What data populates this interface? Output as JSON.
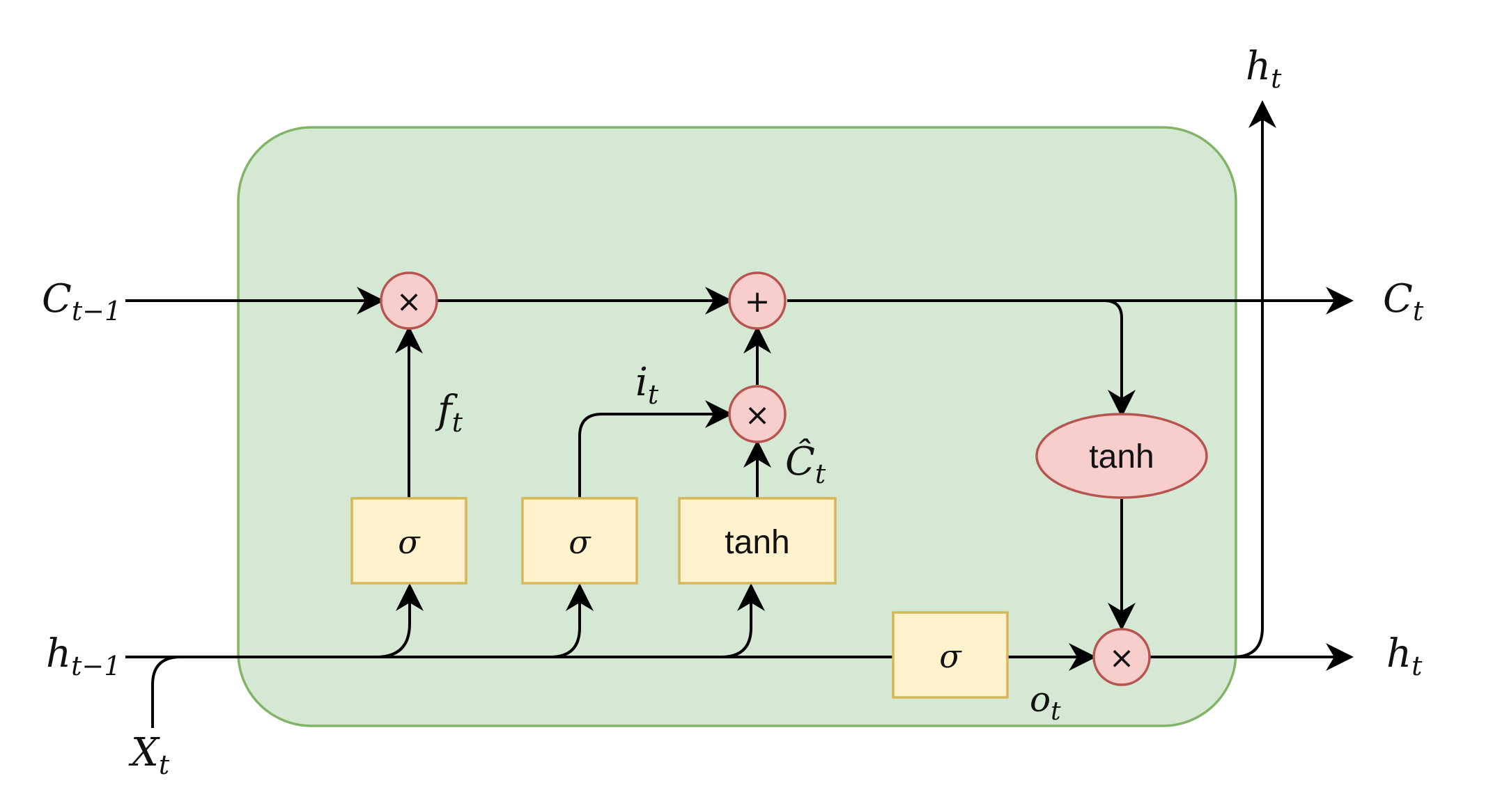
{
  "colors": {
    "cell_fill": "#d5e8d4",
    "cell_stroke": "#82b366",
    "gate_fill": "#fff2cc",
    "gate_stroke": "#d6b656",
    "op_fill": "#f8cecc",
    "op_stroke": "#b85450",
    "wire": "#000000"
  },
  "labels": {
    "c_prev": {
      "main": "C",
      "sub": "t−1"
    },
    "c_next": {
      "main": "C",
      "sub": "t"
    },
    "h_prev": {
      "main": "h",
      "sub": "t−1"
    },
    "h_next": {
      "main": "h",
      "sub": "t"
    },
    "h_top": {
      "main": "h",
      "sub": "t"
    },
    "x_in": {
      "main": "X",
      "sub": "t"
    },
    "f_gate": {
      "main": "f",
      "sub": "t"
    },
    "i_gate": {
      "main": "i",
      "sub": "t"
    },
    "c_hat": {
      "main": "Ĉ",
      "sub": "t"
    },
    "o_gate": {
      "main": "o",
      "sub": "t"
    }
  },
  "gates": {
    "forget": "σ",
    "input": "σ",
    "candidate": "tanh",
    "output": "σ",
    "cell_tanh": "tanh"
  },
  "operators": {
    "forget_mul": "×",
    "input_mul": "×",
    "cell_add": "+",
    "output_mul": "×"
  }
}
